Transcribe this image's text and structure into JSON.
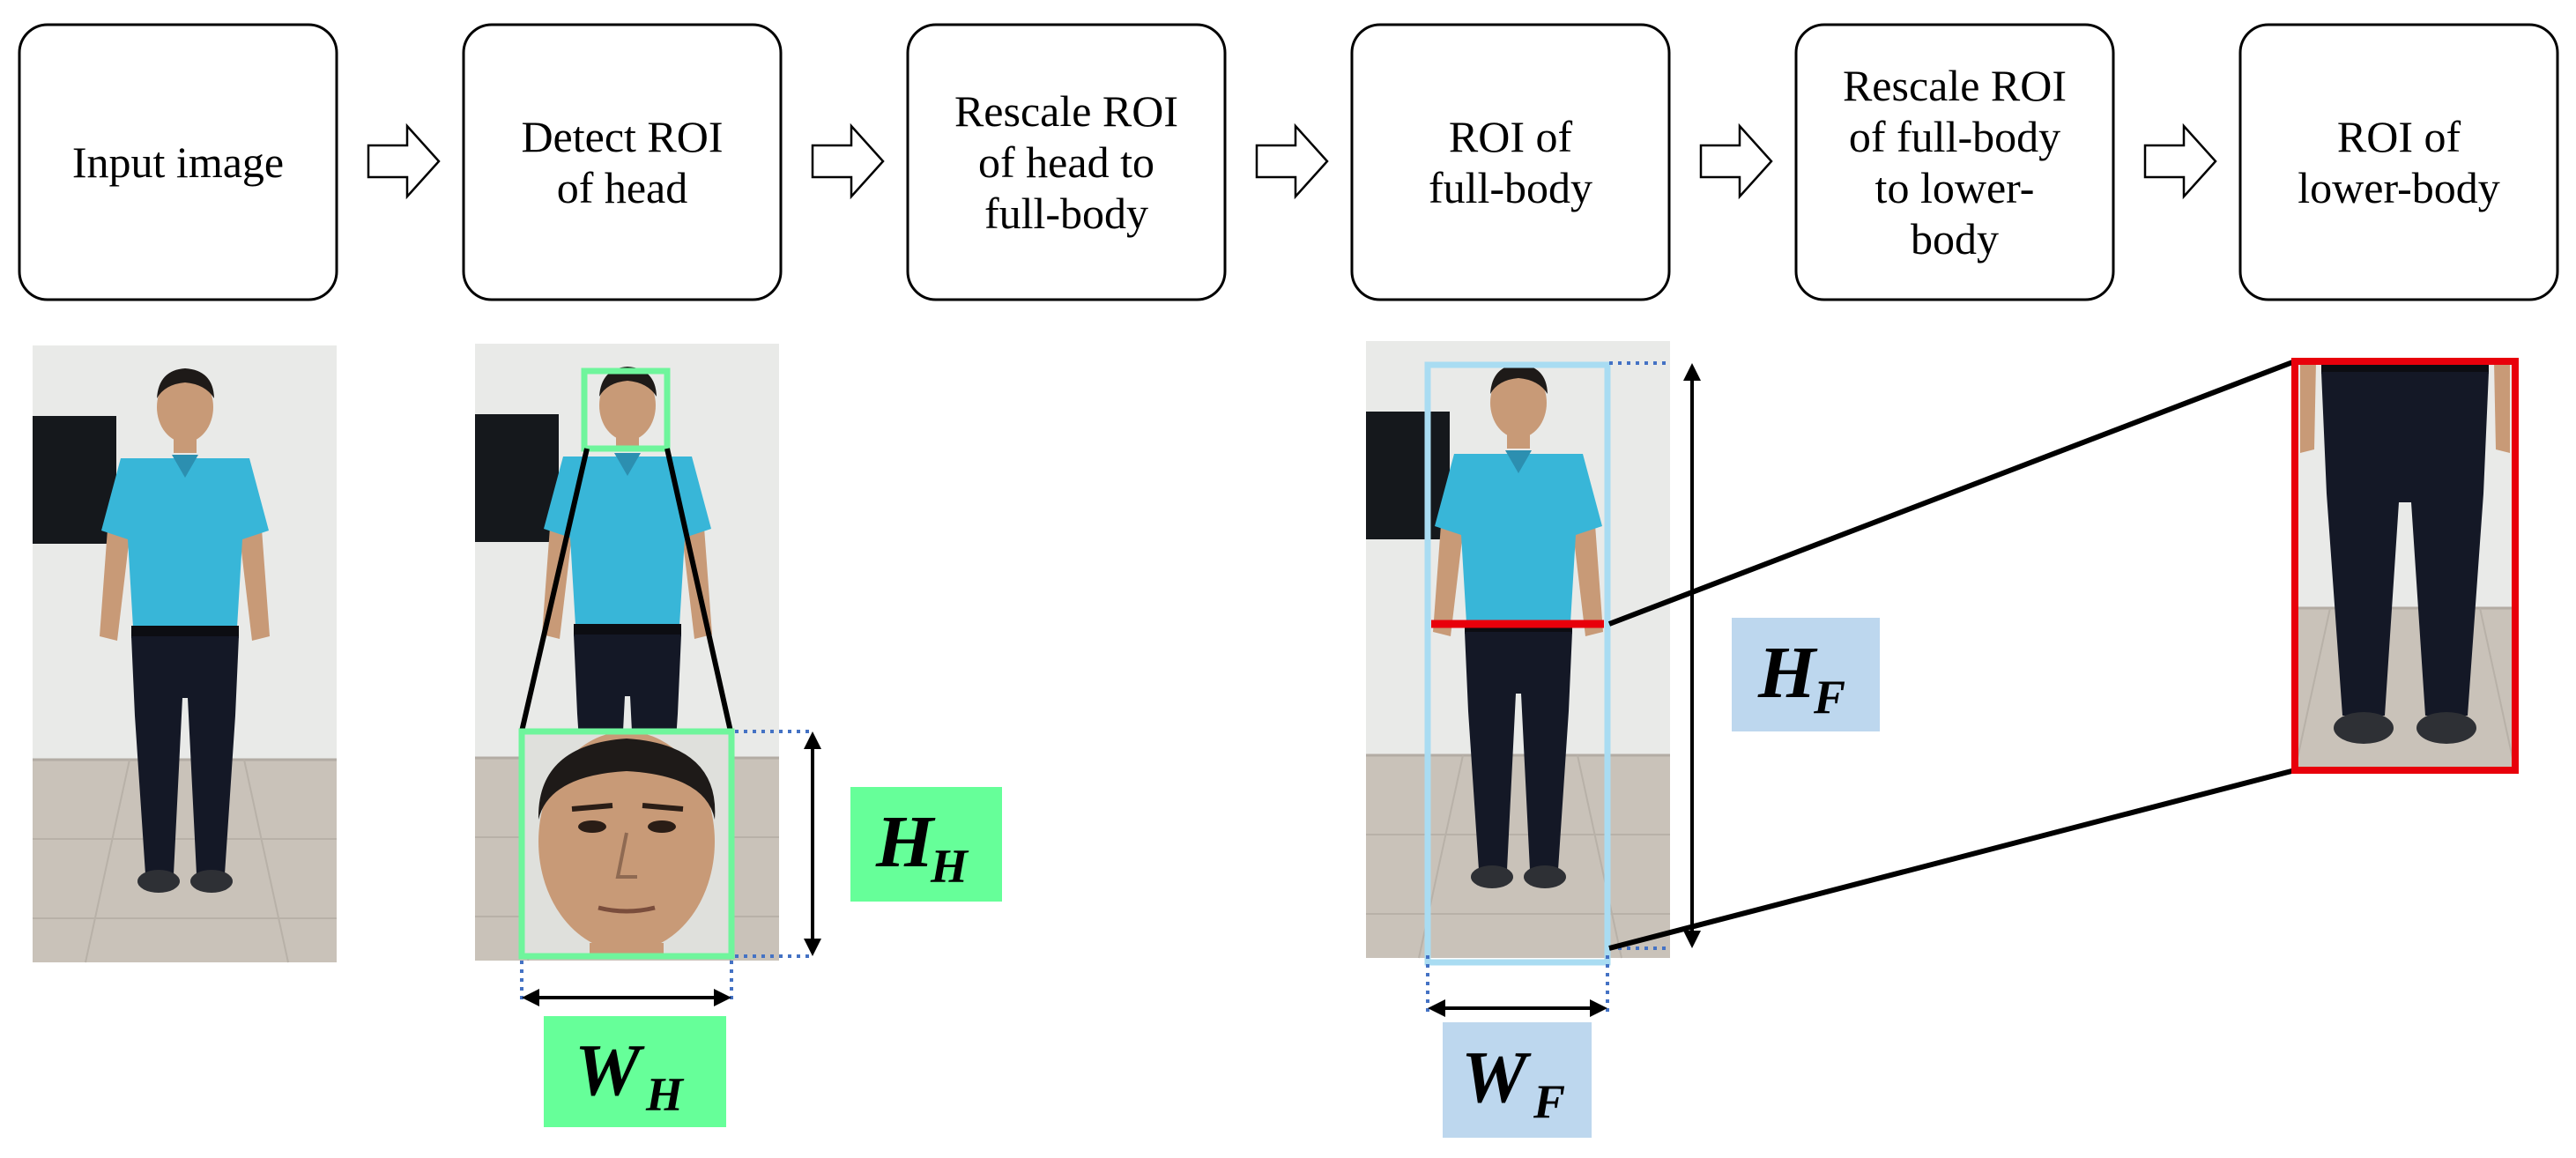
{
  "steps": [
    {
      "lines": [
        "Input image"
      ]
    },
    {
      "lines": [
        "Detect ROI",
        "of head"
      ]
    },
    {
      "lines": [
        "Rescale ROI",
        "of head to",
        "full-body"
      ]
    },
    {
      "lines": [
        "ROI of",
        "full-body"
      ]
    },
    {
      "lines": [
        "Rescale ROI",
        "of full-body",
        "to lower-",
        "body"
      ]
    },
    {
      "lines": [
        "ROI of",
        "lower-body"
      ]
    }
  ],
  "labels": {
    "head_height": {
      "main": "H",
      "sub": "H"
    },
    "head_width": {
      "main": "W",
      "sub": "H"
    },
    "full_height": {
      "main": "H",
      "sub": "F"
    },
    "full_width": {
      "main": "W",
      "sub": "F"
    }
  },
  "colors": {
    "head_roi": "#6ff59c",
    "head_label_bg": "#66ff99",
    "full_roi": "#a9dcf2",
    "full_label_bg": "#bdd7ee",
    "lower_roi": "#e8000b",
    "waist_line": "#e8000b",
    "dimension_dotted": "#4472c4",
    "shirt": "#38b6d8",
    "pants": "#141826",
    "skin": "#c89a77",
    "wall": "#e9eae8",
    "floor": "#c9c2b9",
    "monitor": "#15181c"
  },
  "icons": [
    "right-arrow-icon",
    "person-photo",
    "face-photo",
    "pants-photo"
  ]
}
